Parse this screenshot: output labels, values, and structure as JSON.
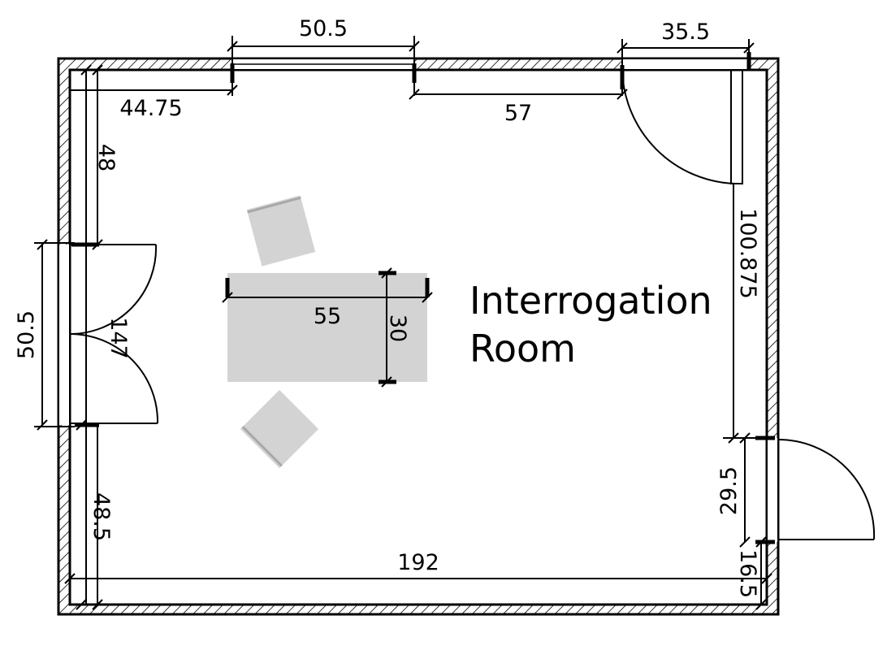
{
  "room": {
    "title_line1": "Interrogation",
    "title_line2": "Room"
  },
  "dimensions": {
    "top_window_width": "50.5",
    "top_left_offset": "44.75",
    "top_mid_offset": "57",
    "top_door_width": "35.5",
    "left_upper_offset": "48",
    "left_door_width": "50.5",
    "left_total": "147",
    "left_lower_offset": "48.5",
    "right_upper_offset": "100.875",
    "right_door_width": "29.5",
    "right_lower_offset": "16.5",
    "bottom_total": "192",
    "table_width": "55",
    "table_depth": "30"
  }
}
